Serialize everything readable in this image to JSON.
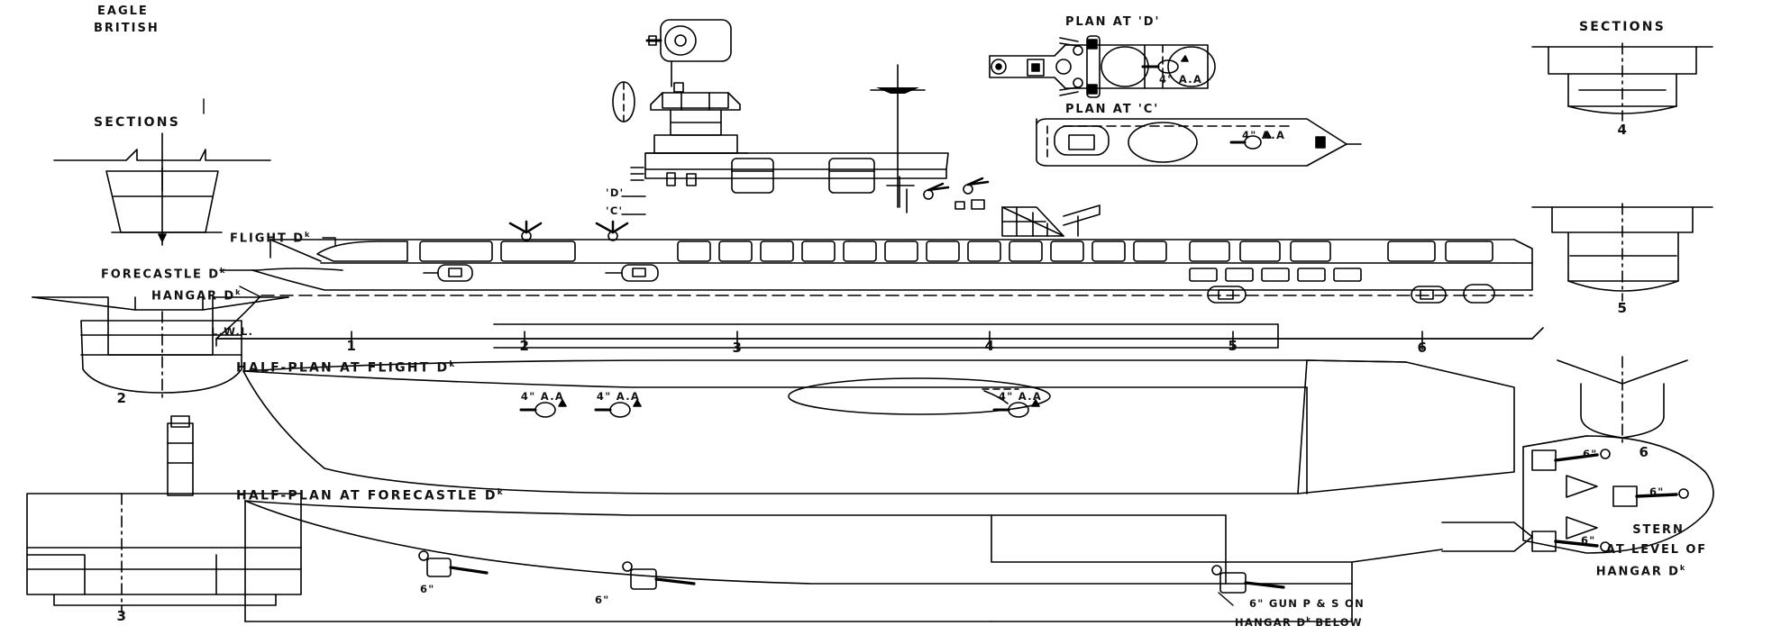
{
  "sheet": {
    "ship_name": "EAGLE",
    "nationality": "BRITISH",
    "background": "#ffffff",
    "ink": "#000000"
  },
  "titles": {
    "sections_left": "SECTIONS",
    "sections_right": "SECTIONS",
    "plan_at_d": "PLAN AT 'D'",
    "plan_at_c": "PLAN AT 'C'",
    "half_plan_flight": "HALF-PLAN AT FLIGHT D",
    "half_plan_forecastle": "HALF-PLAN AT FORECASTLE D",
    "deck_suffix": "k"
  },
  "profile_labels": {
    "flight_deck": "FLIGHT D",
    "forecastle_deck": "FORECASTLE D",
    "hangar_deck": "HANGAR D",
    "lwl": "L.W.L.",
    "bridge_level_d": "'D'",
    "bridge_level_c": "'C'"
  },
  "station_numbers_profile": [
    "1",
    "2",
    "3",
    "4",
    "5",
    "6"
  ],
  "station_numbers_left_sections": [
    "2",
    "3"
  ],
  "station_numbers_right_sections": [
    "4",
    "5",
    "6"
  ],
  "armament": {
    "aa_flight_deck": [
      "4\" A.A",
      "4\" A.A",
      "4\" A.A"
    ],
    "aa_plan_d": "4\" A.A",
    "aa_plan_c": "4\" A.A",
    "six_inch_marks": [
      "6\"",
      "6\"",
      "6\"",
      "6\"",
      "6\""
    ],
    "hangar_gun_note_line1": "6\" GUN P & S ON",
    "hangar_gun_note_line2": "HANGAR D",
    "hangar_gun_note_line2_tail": " BELOW"
  },
  "stern_block": {
    "line1": "STERN",
    "line2": "AT LEVEL OF",
    "line3": "HANGAR D"
  }
}
